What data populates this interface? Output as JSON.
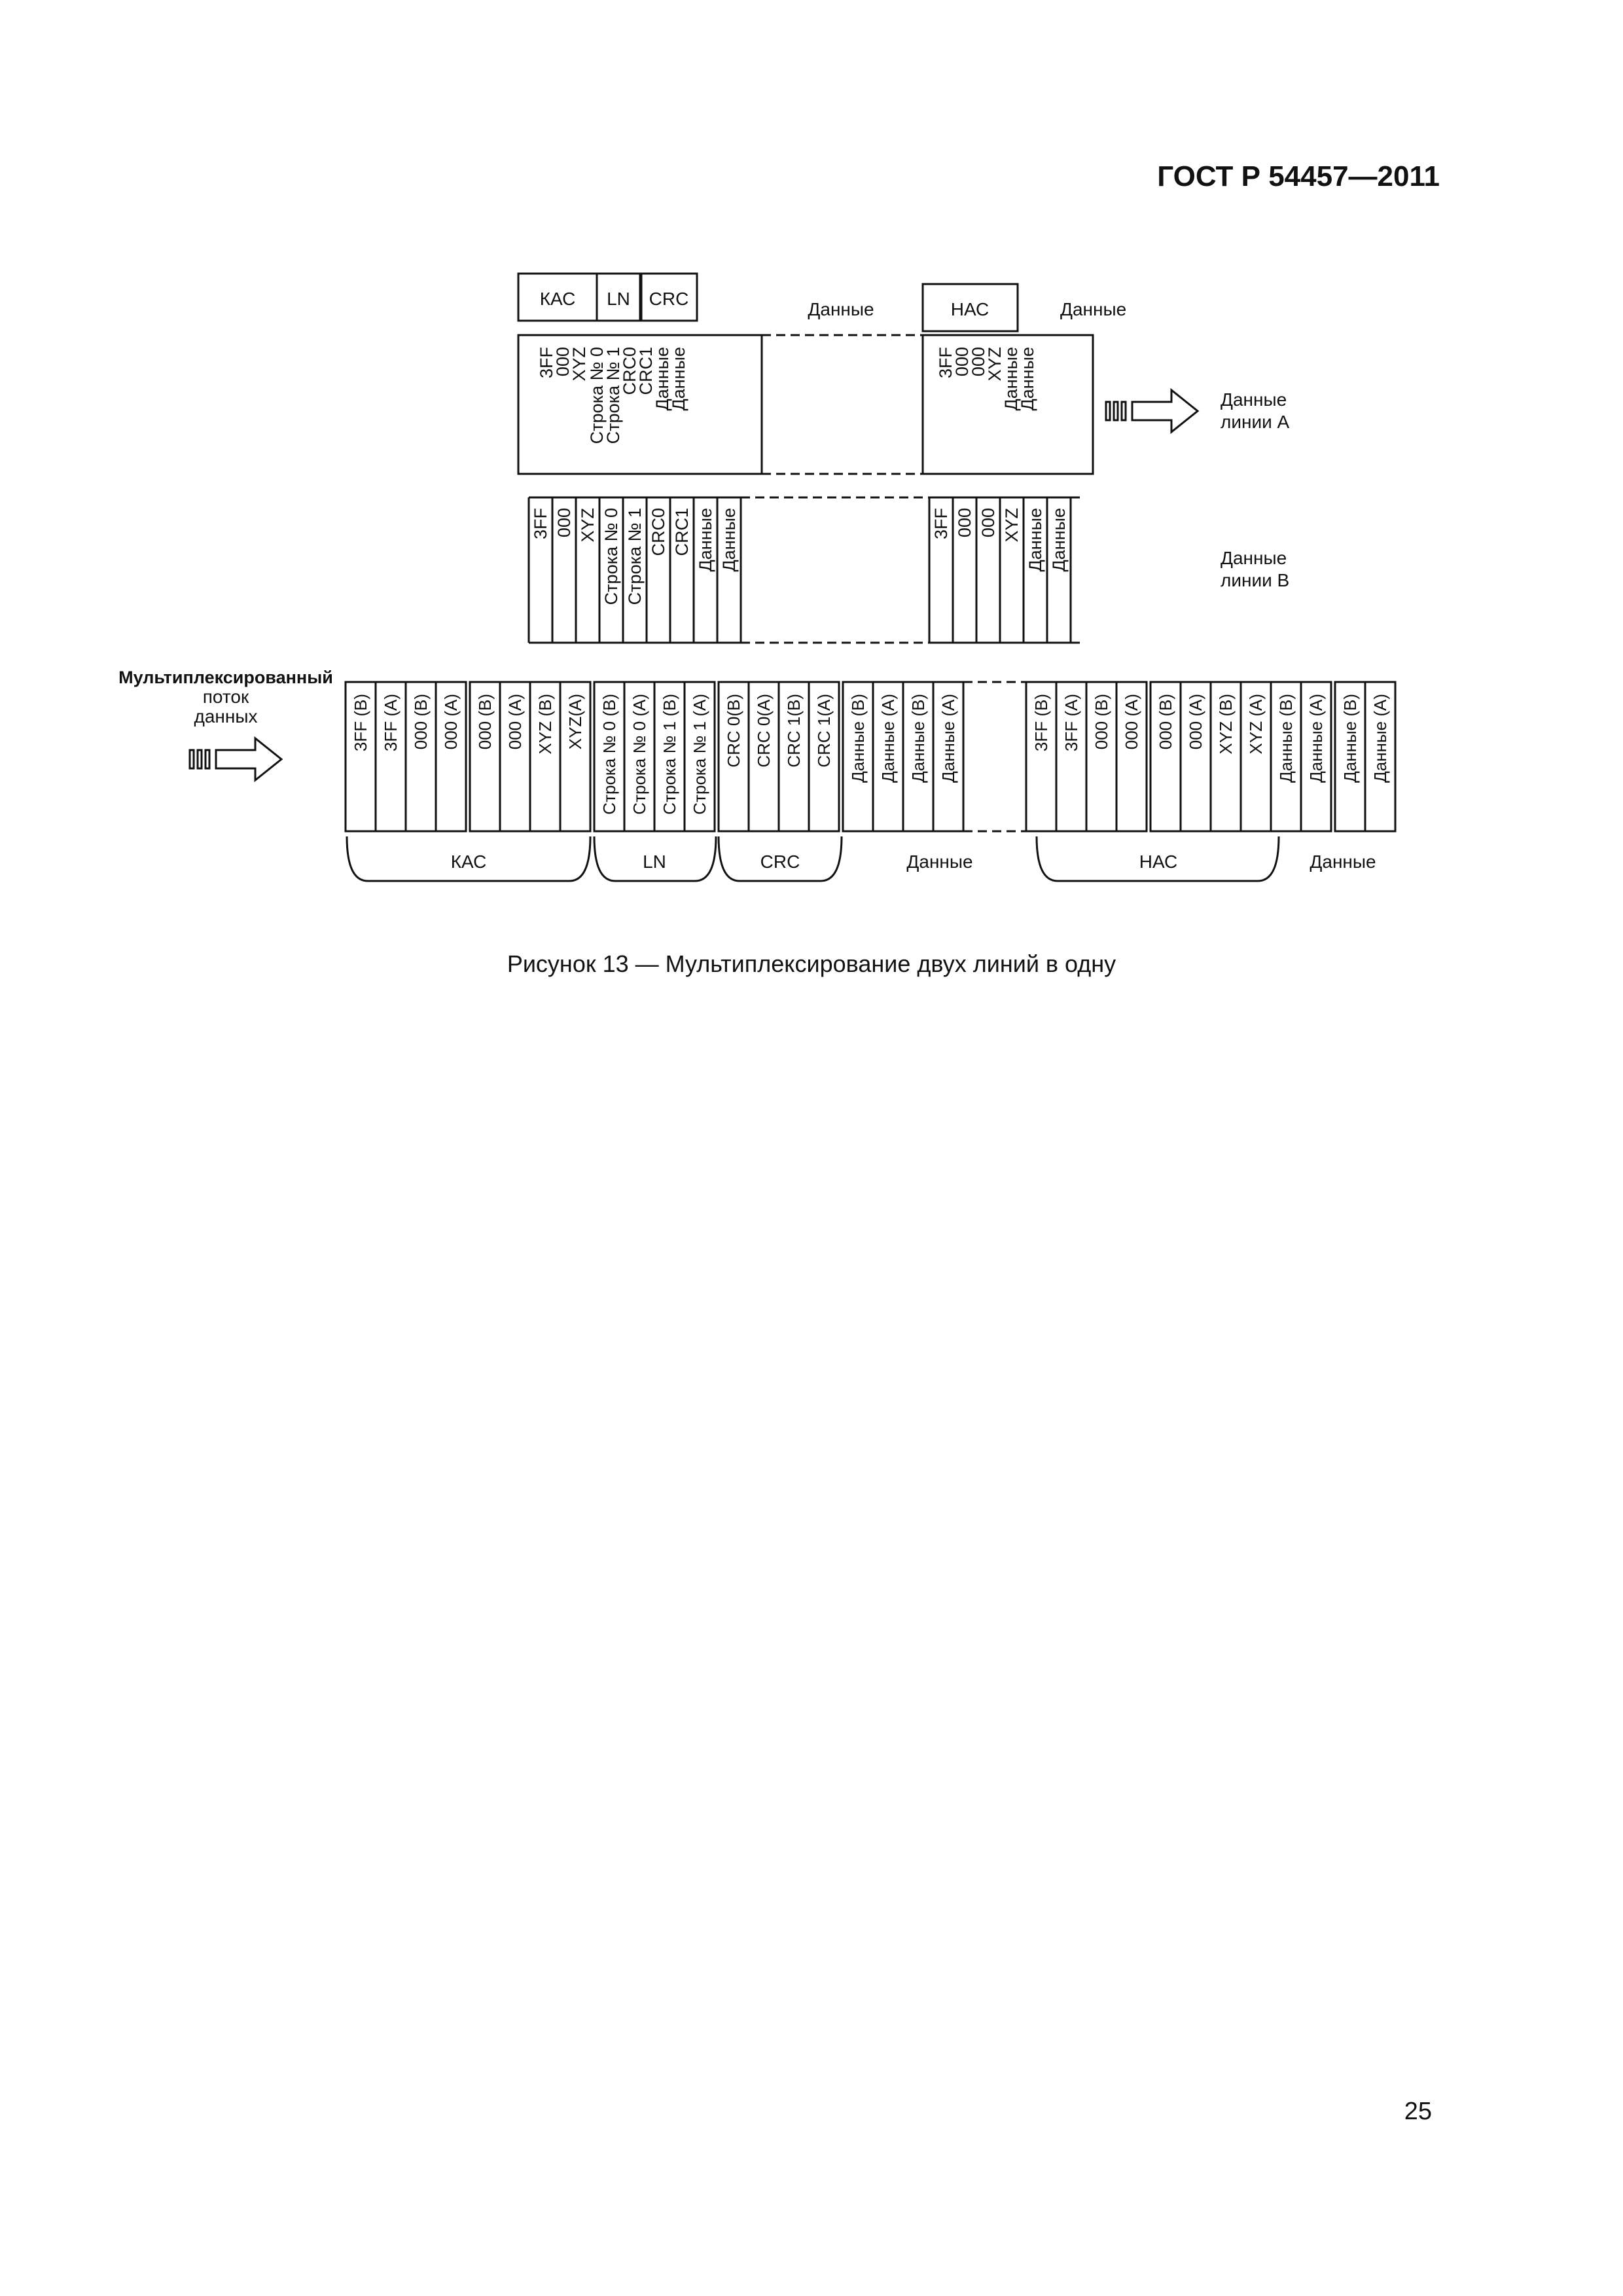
{
  "header": {
    "standard": "ГОСТ Р 54457—2011"
  },
  "figure": {
    "caption": "Рисунок 13 — Мультиплексирование двух линий в одну",
    "line_a": {
      "header_tabs": [
        "КАС",
        "LN",
        "CRC"
      ],
      "data_label": "Данные",
      "hac_tab": "НАС",
      "hac_data_label": "Данные",
      "words_kac": [
        "3FF",
        "000",
        "XYZ",
        "Строка № 0",
        "Строка № 1",
        "CRC0",
        "CRC1",
        "Данные",
        "Данные"
      ],
      "words_hac": [
        "3FF",
        "000",
        "000",
        "XYZ",
        "Данные",
        "Данные"
      ],
      "output_label_line1": "Данные",
      "output_label_line2": "линии А"
    },
    "line_b": {
      "words_kac": [
        "3FF",
        "000",
        "XYZ",
        "Строка № 0",
        "Строка № 1",
        "CRC0",
        "CRC1",
        "Данные",
        "Данные"
      ],
      "words_hac": [
        "3FF",
        "000",
        "000",
        "XYZ",
        "Данные",
        "Данные"
      ],
      "label_line1": "Данные",
      "label_line2": "линии В"
    },
    "mux": {
      "input_label": [
        "Мультиплексированный",
        "поток",
        "данных"
      ],
      "group1": [
        [
          "3FF (B)",
          "3FF (A)",
          "000 (B)",
          "000 (A)"
        ],
        [
          "000 (B)",
          "000 (A)",
          "XYZ (B)",
          "XYZ(A)"
        ],
        [
          "Строка № 0 (B)",
          "Строка № 0 (A)",
          "Строка № 1 (B)",
          "Строка № 1 (A)"
        ],
        [
          "CRC 0(B)",
          "CRC 0(A)",
          "CRC 1(B)",
          "CRC 1(A)"
        ],
        [
          "Данные (B)",
          "Данные (A)",
          "Данные (B)",
          "Данные (A)"
        ]
      ],
      "group2": [
        [
          "3FF (B)",
          "3FF (A)",
          "000 (B)",
          "000 (A)"
        ],
        [
          "000 (B)",
          "000 (A)",
          "XYZ (B)",
          "XYZ (A)",
          "Данные (B)",
          "Данные (A)"
        ],
        [
          "Данные (B)",
          "Данные (A)"
        ]
      ],
      "brace_labels": [
        "КАС",
        "LN",
        "CRC",
        "Данные",
        "НАС",
        "Данные"
      ]
    }
  },
  "page_number": "25"
}
